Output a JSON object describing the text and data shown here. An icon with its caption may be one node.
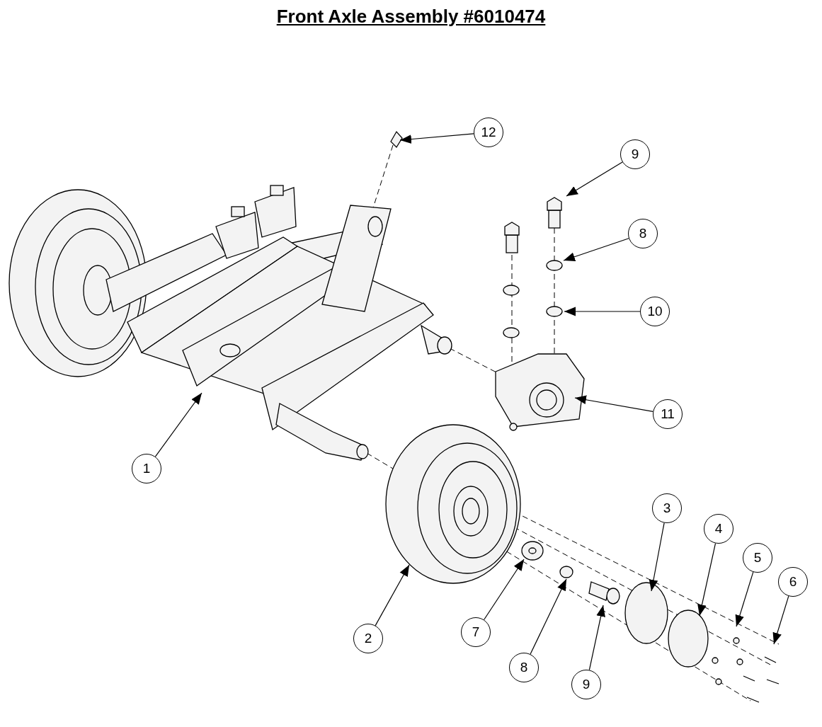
{
  "diagram": {
    "title": "Front Axle Assembly #6010474",
    "nodes": [
      {
        "text": [
          "12"
        ]
      },
      {
        "text": [
          "9"
        ]
      },
      {
        "text": [
          "8"
        ]
      },
      {
        "text": [
          "10"
        ]
      },
      {
        "text": [
          "11"
        ]
      },
      {
        "text": [
          "1"
        ]
      },
      {
        "text": [
          "3"
        ]
      },
      {
        "text": [
          "4"
        ]
      },
      {
        "text": [
          "5"
        ]
      },
      {
        "text": [
          "6"
        ]
      },
      {
        "text": [
          "2"
        ]
      },
      {
        "text": [
          "7"
        ]
      },
      {
        "text": [
          "8"
        ]
      },
      {
        "text": [
          "9"
        ]
      }
    ],
    "edges": [
      {
        "from": 0,
        "to": null,
        "arrow": "to"
      },
      {
        "from": 1,
        "to": null,
        "arrow": "to"
      },
      {
        "from": 2,
        "to": null,
        "arrow": "to"
      },
      {
        "from": 3,
        "to": null,
        "arrow": "to"
      },
      {
        "from": 4,
        "to": null,
        "arrow": "to"
      },
      {
        "from": 5,
        "to": null,
        "arrow": "to"
      },
      {
        "from": 6,
        "to": null,
        "arrow": "to"
      },
      {
        "from": 7,
        "to": null,
        "arrow": "to"
      },
      {
        "from": 8,
        "to": null,
        "arrow": "to"
      },
      {
        "from": 9,
        "to": null,
        "arrow": "to"
      },
      {
        "from": 10,
        "to": null,
        "arrow": "to"
      },
      {
        "from": 11,
        "to": null,
        "arrow": "to"
      },
      {
        "from": 12,
        "to": null,
        "arrow": "to"
      },
      {
        "from": 13,
        "to": null,
        "arrow": "to"
      }
    ]
  }
}
